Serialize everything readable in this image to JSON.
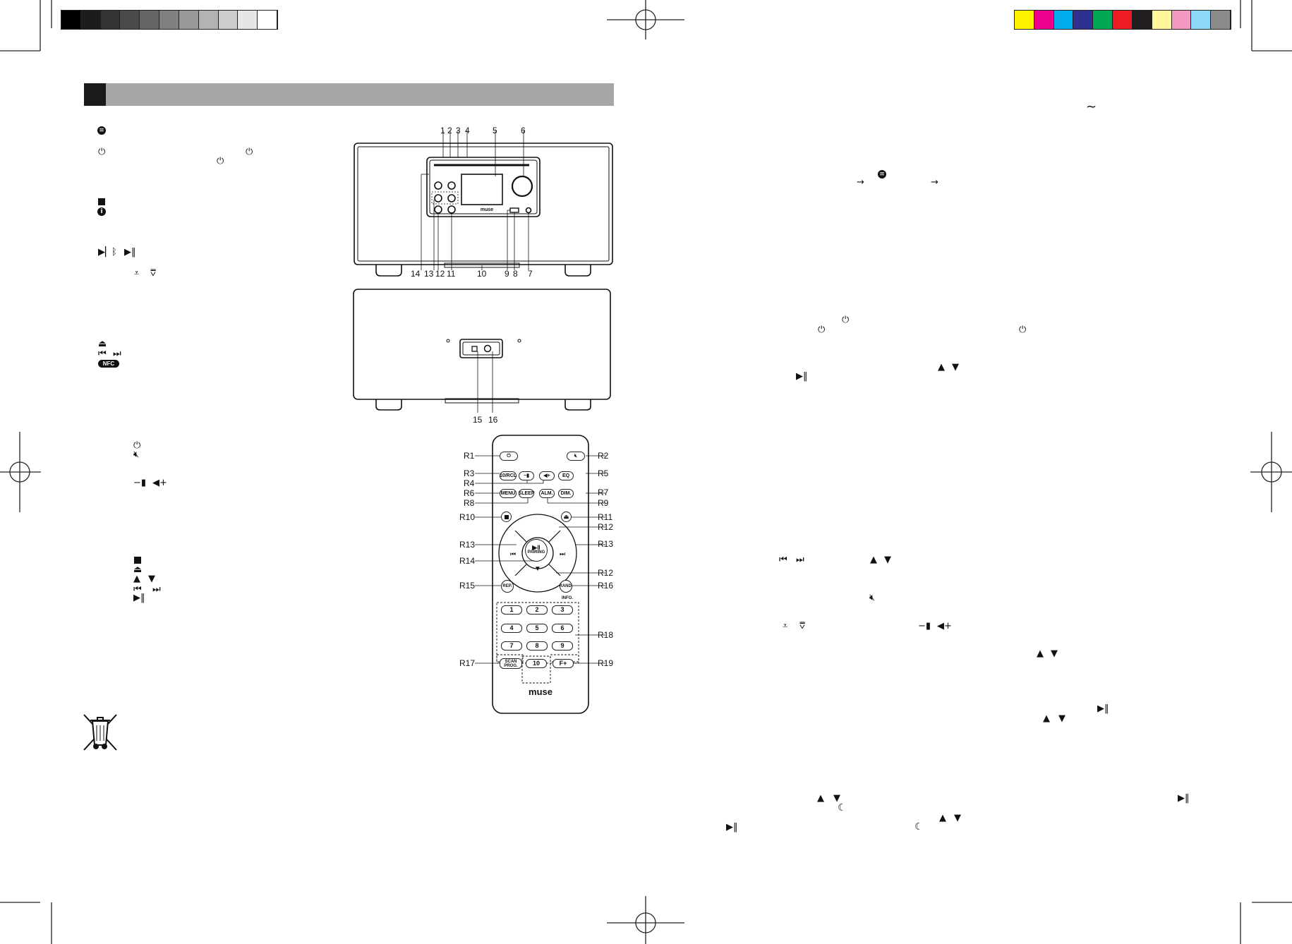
{
  "gray_swatches": [
    "#000000",
    "#1c1c1c",
    "#333333",
    "#4a4a4a",
    "#666666",
    "#808080",
    "#999999",
    "#b3b3b3",
    "#cccccc",
    "#e6e6e6",
    "#ffffff"
  ],
  "color_swatches": [
    "#fff200",
    "#ec008c",
    "#00aeef",
    "#2e3192",
    "#00a651",
    "#ed1c24",
    "#231f20",
    "#fff799",
    "#f49ac1",
    "#8ed8f8",
    "#8c8c8c"
  ],
  "front_panel": {
    "callouts_top": [
      "1",
      "2",
      "3",
      "4",
      "5",
      "6"
    ],
    "callouts_bottom": [
      "14",
      "13",
      "12",
      "11",
      "10",
      "9",
      "8",
      "7"
    ],
    "brand": "muse"
  },
  "back_panel": {
    "callouts": [
      "15",
      "16"
    ]
  },
  "remote": {
    "callouts_left": [
      "R1",
      "R3",
      "R4",
      "R6",
      "R8",
      "R10",
      "R13",
      "R14",
      "R15",
      "R17"
    ],
    "callouts_right": [
      "R2",
      "R5",
      "R7",
      "R9",
      "R11",
      "R12",
      "R13",
      "R12",
      "R16",
      "R18",
      "R19"
    ],
    "keys": {
      "preset": "10/RCL",
      "eq": "EQ",
      "menu": "MENU",
      "sleep": "SLEEP",
      "alm": "ALM.",
      "dim": "DIM.",
      "pairing": "PAIRING",
      "rep": "REP.",
      "rand": "RAND.",
      "info": "INFO.",
      "scan": "SCAN",
      "prog": "PROG.",
      "fplus": "F+"
    },
    "numbers": [
      "1",
      "2",
      "3",
      "4",
      "5",
      "6",
      "7",
      "8",
      "9",
      "10"
    ],
    "brand": "muse"
  },
  "icons": {
    "menu": "menu-icon",
    "power": "power-icon",
    "stop": "stop-icon",
    "info": "info-icon",
    "play_pause": "play-pause-icon",
    "bluetooth": "bluetooth-icon",
    "eject": "eject-icon",
    "skip": "skip-icons",
    "nfc": "nfc-icon",
    "mute": "mute-icon",
    "volume": "volume-icons",
    "sleep": "moon-icon",
    "weee": "crossed-bin-icon",
    "ac": "ac-tilde-icon"
  },
  "glyphs": {
    "ac": "∼",
    "arrow": "→",
    "up": "▲",
    "down": "▼",
    "moon": "☾"
  }
}
